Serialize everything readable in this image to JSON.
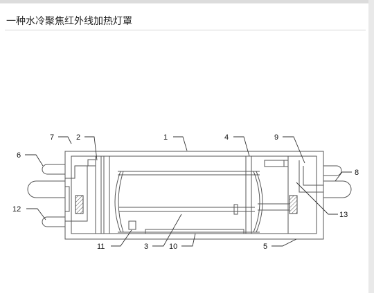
{
  "page": {
    "title": "一种水冷聚焦红外线加热灯罩"
  },
  "figure": {
    "callouts": [
      "1",
      "2",
      "3",
      "4",
      "5",
      "6",
      "7",
      "8",
      "9",
      "10",
      "11",
      "12",
      "13"
    ]
  }
}
